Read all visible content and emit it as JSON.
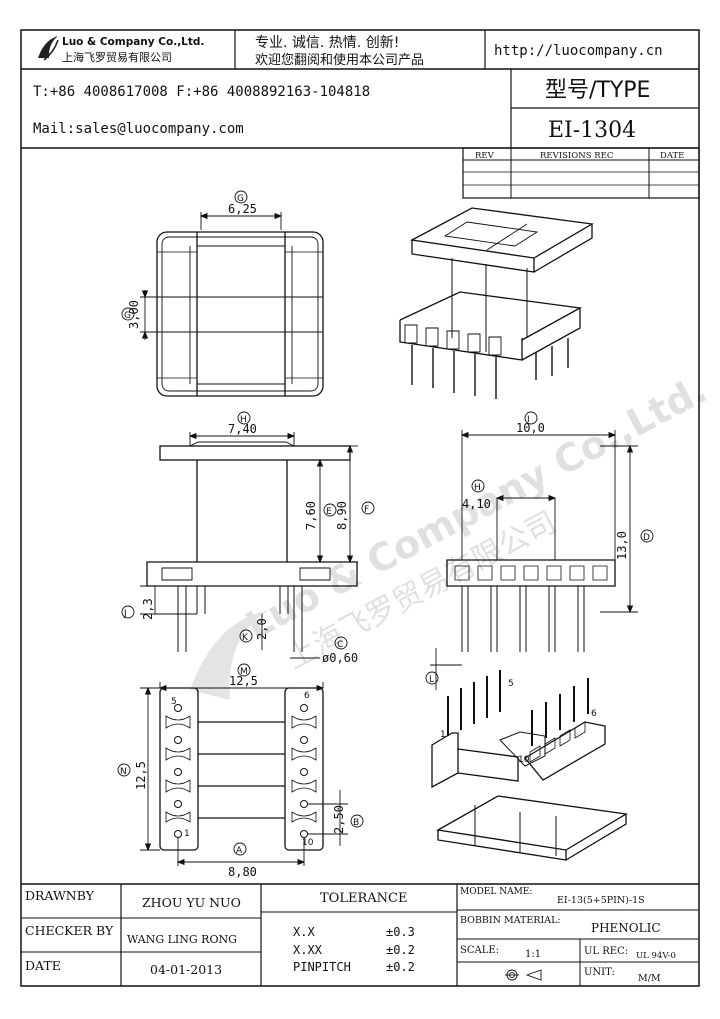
{
  "header": {
    "company_name": "Luo & Company Co.,Ltd.",
    "company_name_cn": "上海飞罗贸易有限公司",
    "slogan": "专业. 诚信. 热情. 创新!",
    "welcome": "欢迎您翻阅和使用本公司产品",
    "website": "http://luocompany.cn",
    "phone_fax": "T:+86 4008617008 F:+86 4008892163-104818",
    "mail": "Mail:sales@luocompany.com",
    "type_label": "型号/TYPE",
    "type_value": "EI-1304"
  },
  "revisions": {
    "columns": [
      "REV",
      "REVISIONS REC",
      "DATE"
    ],
    "rows": [
      [
        "",
        "",
        ""
      ],
      [
        "",
        "",
        ""
      ],
      [
        "",
        "",
        ""
      ]
    ]
  },
  "drawing": {
    "dimensions": [
      {
        "id": "G",
        "value": "6,25"
      },
      {
        "id": "G",
        "value": "3,00"
      },
      {
        "id": "H",
        "value": "7,40"
      },
      {
        "id": "E",
        "value": "7,60"
      },
      {
        "id": "F",
        "value": "8,90"
      },
      {
        "id": "J",
        "value": "2,3"
      },
      {
        "id": "K",
        "value": "2,0"
      },
      {
        "id": "C",
        "value": "ø0,60"
      },
      {
        "id": "I",
        "value": "10,0"
      },
      {
        "id": "H",
        "value": "4,10"
      },
      {
        "id": "D",
        "value": "13,0"
      },
      {
        "id": "L",
        "value": ""
      },
      {
        "id": "M",
        "value": "12,5"
      },
      {
        "id": "N",
        "value": "12,5"
      },
      {
        "id": "B",
        "value": "2,50"
      },
      {
        "id": "A",
        "value": "8,80"
      }
    ],
    "pin_labels": {
      "bottom_left_top": "5",
      "bottom_right_top": "6",
      "bottom_left_bottom": "1",
      "bottom_right_bottom": "10"
    },
    "iso_pins": {
      "p1": "1",
      "p5": "5",
      "p6": "6",
      "p10": "10"
    },
    "watermark": "Luo & Company Co.,Ltd.",
    "watermark_cn": "上海飞罗贸易有限公司"
  },
  "title_block": {
    "drawn_by_label": "DRAWNBY",
    "drawn_by_value": "ZHOU YU NUO",
    "checker_label": "CHECKER BY",
    "checker_value": "WANG LING RONG",
    "date_label": "DATE",
    "date_value": "04-01-2013",
    "tolerance_label": "TOLERANCE",
    "tolerances": [
      {
        "name": "X.X",
        "value": "±0.3"
      },
      {
        "name": "X.XX",
        "value": "±0.2"
      },
      {
        "name": "PINPITCH",
        "value": "±0.2"
      }
    ],
    "model_name_label": "MODEL NAME:",
    "model_name_value": "EI-13(5+5PIN)-1S",
    "bobbin_material_label": "BOBBIN MATERIAL:",
    "bobbin_material_value": "PHENOLIC",
    "scale_label": "SCALE:",
    "scale_value": "1:1",
    "ul_label": "UL REC:",
    "ul_value": "UL 94V-0",
    "unit_label": "UNIT:",
    "unit_value": "M/M"
  }
}
